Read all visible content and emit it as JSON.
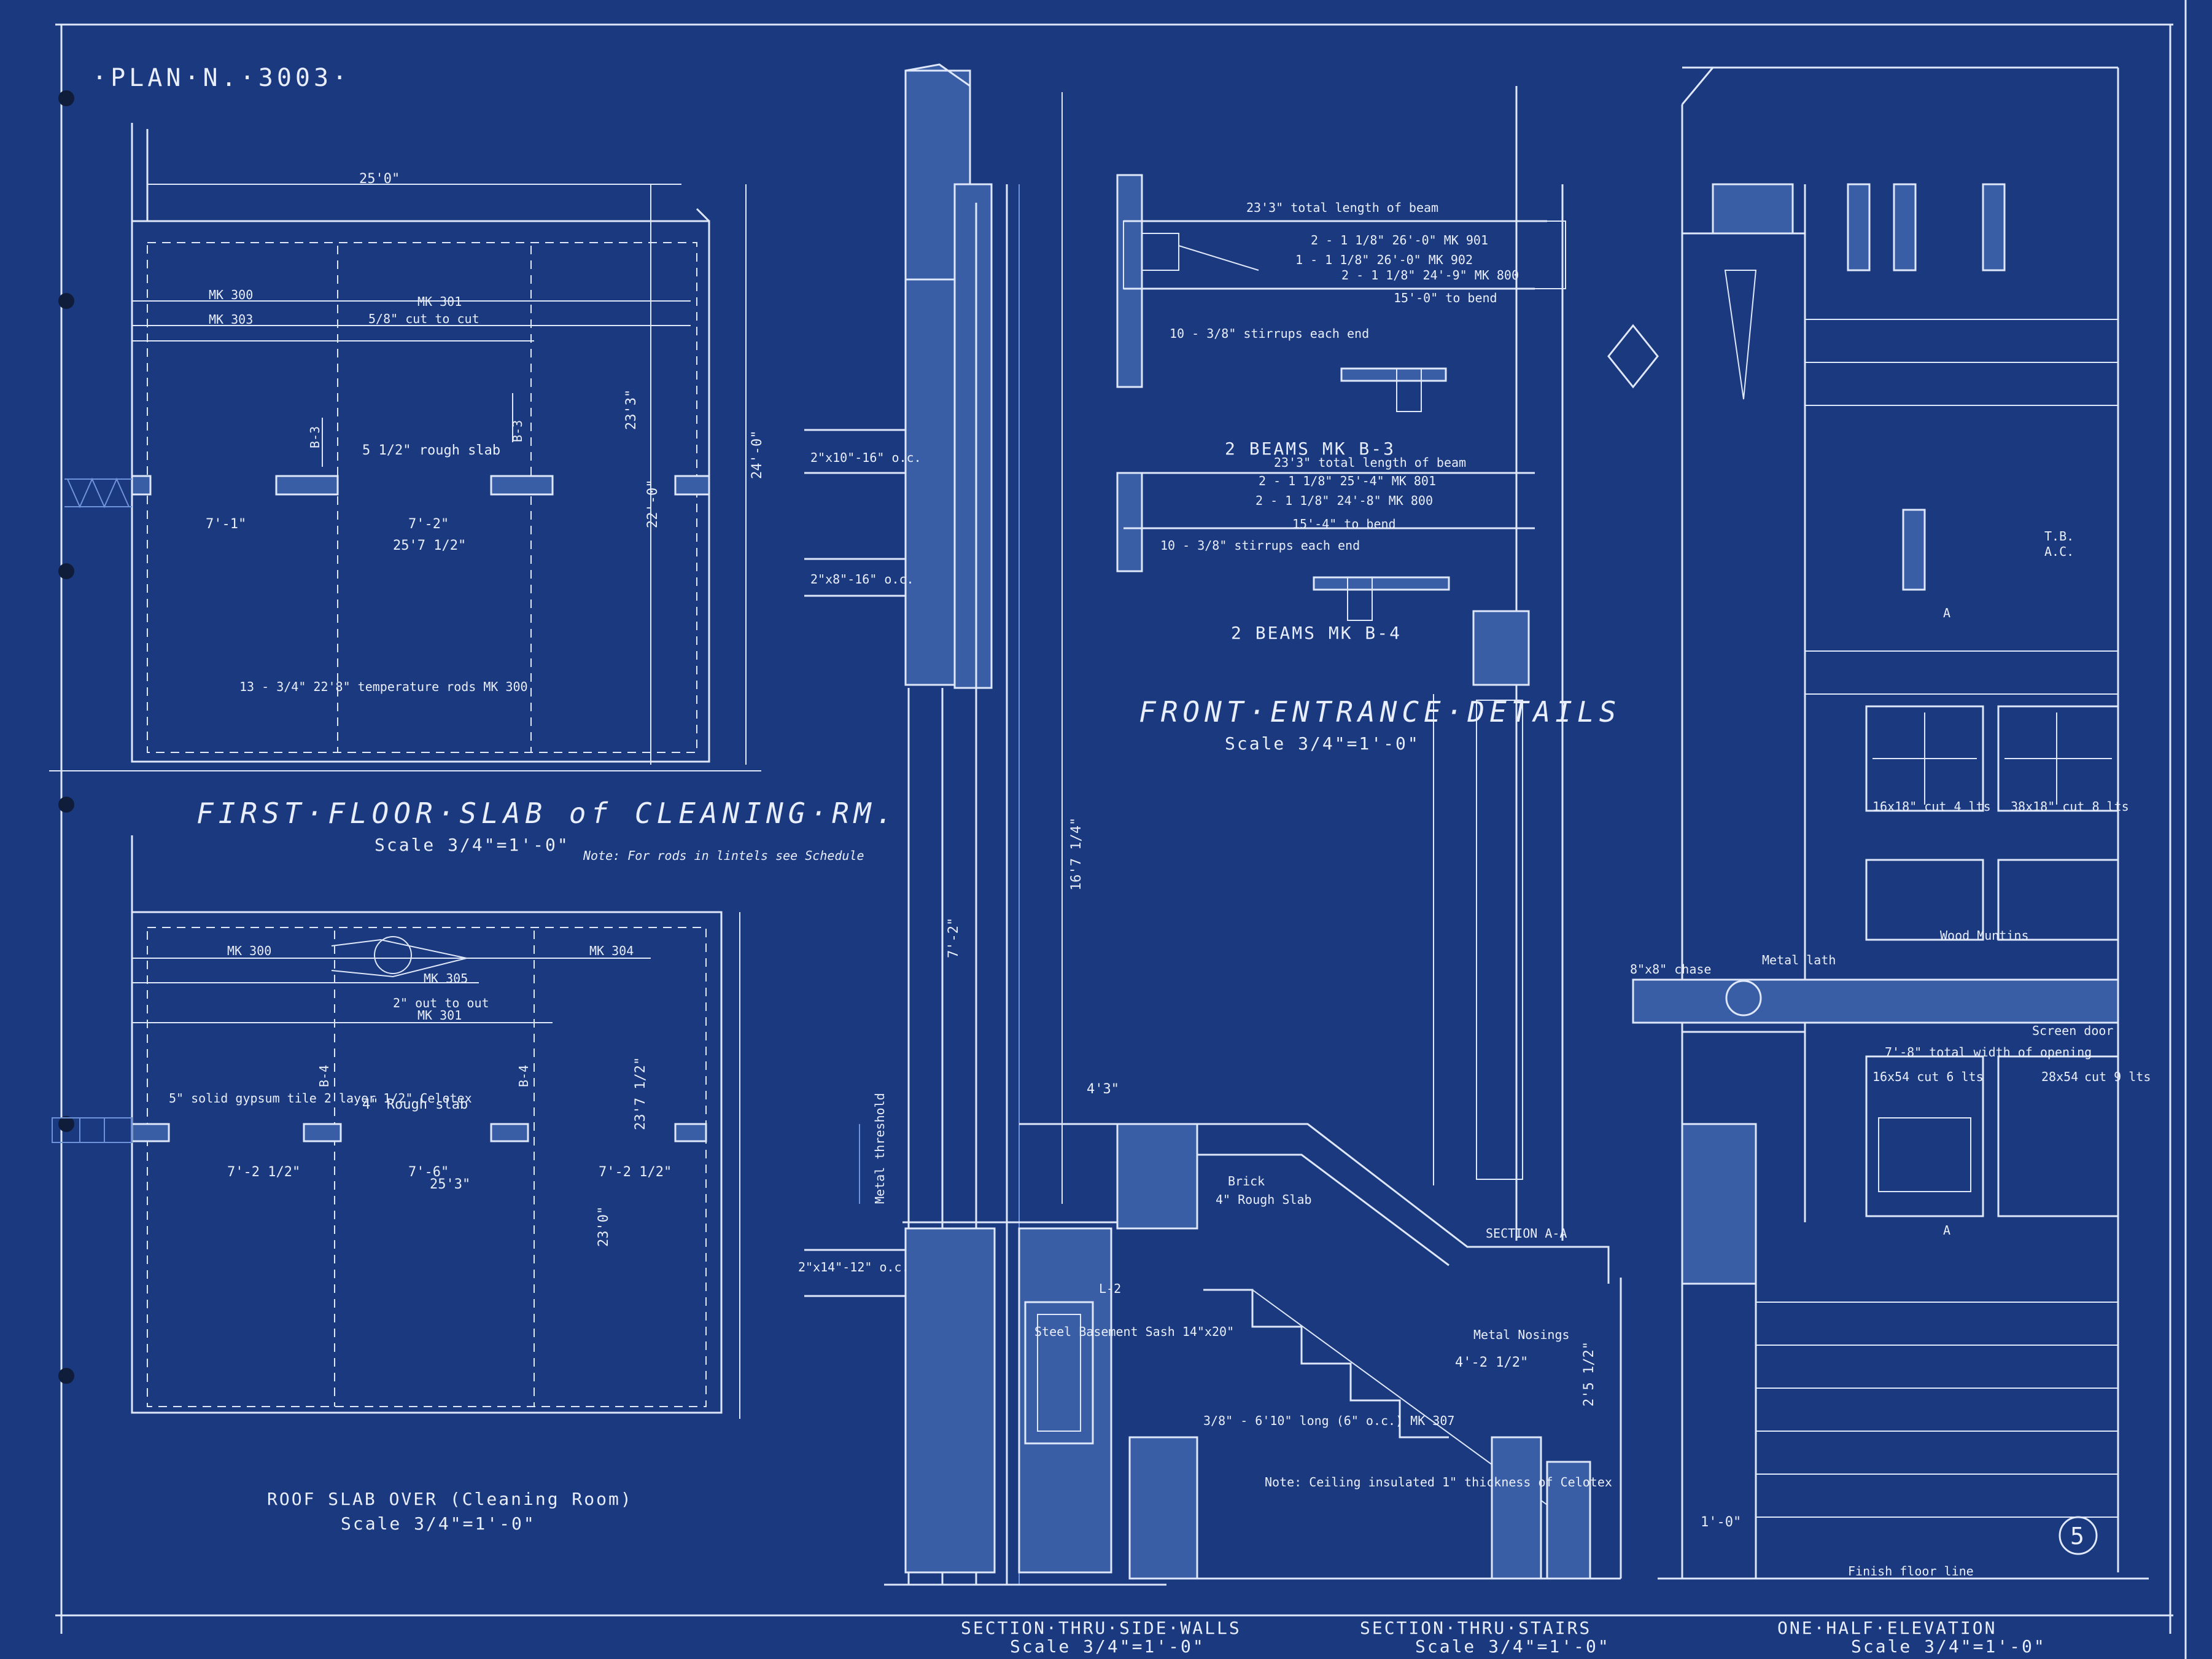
{
  "sheet": {
    "plan_number": "·PLAN·N.·3003·",
    "sheet_number": "5"
  },
  "first_floor": {
    "title": "FIRST·FLOOR·SLAB of CLEANING·RM.",
    "scale": "Scale 3/4\"=1'-0\"",
    "note": "Note: For rods in lintels see Schedule",
    "dims": [
      "25'0\"",
      "24'-0\"",
      "22'-0\"",
      "23'3\"",
      "7'-2\"",
      "7'-1\"",
      "25'7 1/2\"",
      "5 1/2\" rough slab"
    ],
    "labels": [
      "MK 300",
      "MK 301",
      "MK 303",
      "5/8\" cut to cut",
      "B-3",
      "B-3",
      "13 - 3/4\" 22'8\" temperature rods MK 300"
    ]
  },
  "roof": {
    "title": "ROOF SLAB OVER (Cleaning Room)",
    "scale": "Scale 3/4\"=1'-0\"",
    "dims": [
      "23'7 1/2\"",
      "23'0\"",
      "25'3\"",
      "7'-2 1/2\"",
      "7'-6\"",
      "7'-2 1/2\"",
      "4\" Rough slab"
    ],
    "labels": [
      "MK 300",
      "MK 301",
      "MK 304",
      "MK 305",
      "B-4",
      "B-4",
      "2\" out to out",
      "5\" solid gypsum tile 2 layer 1/2\" Celotex"
    ]
  },
  "walls": {
    "title": "SECTION·THRU·SIDE·WALLS",
    "scale": "Scale 3/4\"=1'-0\"",
    "labels": [
      "2\"x10\"-16\" o.c.",
      "2\"x8\"-16\" o.c.",
      "2\"x14\"-12\" o.c.",
      "16'7 1/4\"",
      "7'-2\"",
      "Metal threshold",
      "Steel Basement Sash 14\"x20\"",
      "4'3\"",
      "L-2"
    ]
  },
  "entrance": {
    "title": "FRONT·ENTRANCE·DETAILS",
    "scale": "Scale 3/4\"=1'-0\"",
    "beams": [
      {
        "name": "2 BEAMS MK B-3",
        "length": "23'3\" total length of beam",
        "bars": [
          "2 - 1 1/8\" 26'-0\" MK 901",
          "1 - 1 1/8\" 26'-0\" MK 902",
          "2 - 1 1/8\" 24'-9\" MK 800"
        ],
        "bend": "15'-0\" to bend",
        "stirrups": "10 - 3/8\" stirrups each end"
      },
      {
        "name": "2 BEAMS MK B-4",
        "length": "23'3\" total length of beam",
        "bars": [
          "2 - 1 1/8\" 25'-4\" MK 801",
          "2 - 1 1/8\" 24'-8\" MK 800"
        ],
        "bend": "15'-4\" to bend",
        "stirrups": "10 - 3/8\" stirrups each end"
      }
    ]
  },
  "stairs": {
    "title": "SECTION·THRU·STAIRS",
    "scale": "Scale 3/4\"=1'-0\"",
    "labels": [
      "SECTION A-A",
      "Metal Nosings",
      "Brick",
      "4\" Rough Slab",
      "2'5 1/2\"",
      "4'-2 1/2\"",
      "3/8\" - 6'10\" long (6\" o.c.) MK 307",
      "Note: Ceiling insulated 1\" thickness of Celotex"
    ]
  },
  "elevation": {
    "title": "ONE·HALF·ELEVATION",
    "scale": "Scale 3/4\"=1'-0\"",
    "labels": [
      "Metal lath",
      "8\"x8\" chase",
      "Wood Muntins",
      "Screen door",
      "7'-8\" total width of opening",
      "16x18\" cut 4 lts",
      "38x18\" cut 8 lts",
      "16x54 cut 6 lts",
      "28x54",
      "cut 9 lts",
      "Finish floor line",
      "T.B.",
      "A.C.",
      "A",
      "A",
      "1'-0\""
    ]
  }
}
